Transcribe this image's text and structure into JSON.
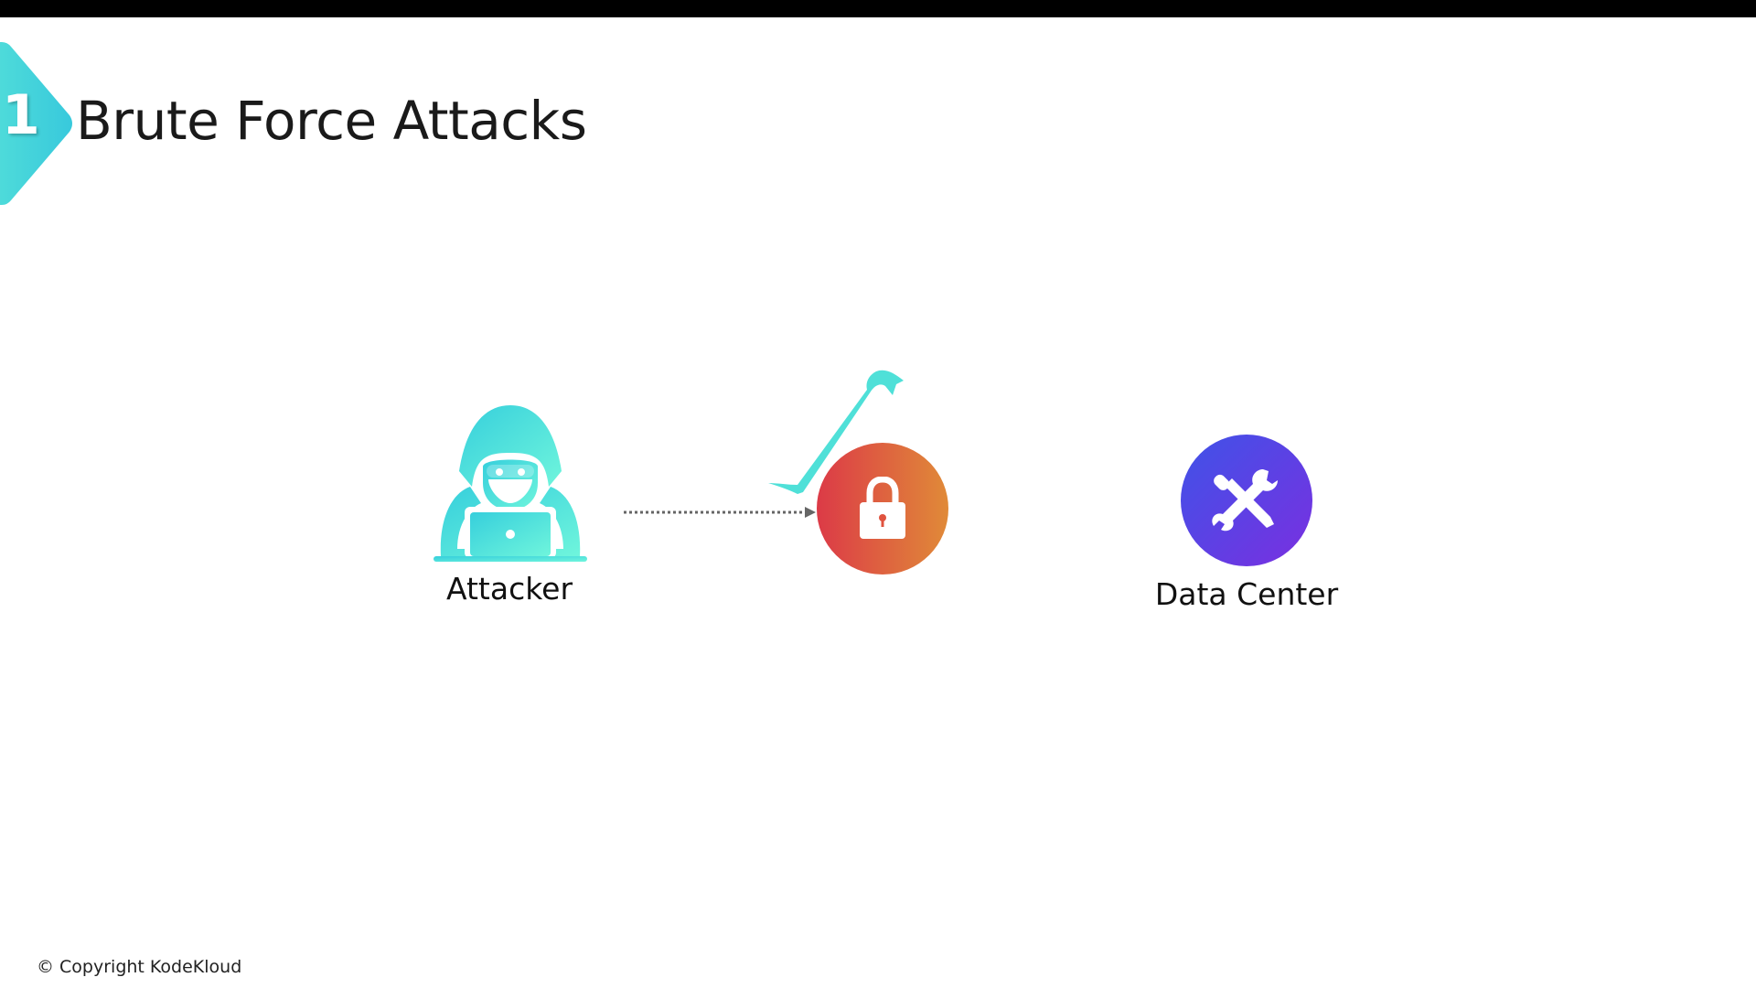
{
  "slide": {
    "number": "1",
    "title": "Brute Force Attacks"
  },
  "diagram": {
    "attacker_label": "Attacker",
    "data_center_label": "Data Center",
    "icons": [
      "hacker-icon",
      "crowbar-icon",
      "lock-icon",
      "tools-icon"
    ]
  },
  "colors": {
    "teal": "#4fe0d8",
    "lock_start": "#dc3a47",
    "lock_end": "#e08a38",
    "dc_start": "#3f53e8",
    "dc_end": "#7a2fe0"
  },
  "footer": {
    "copyright": "© Copyright KodeKloud"
  }
}
